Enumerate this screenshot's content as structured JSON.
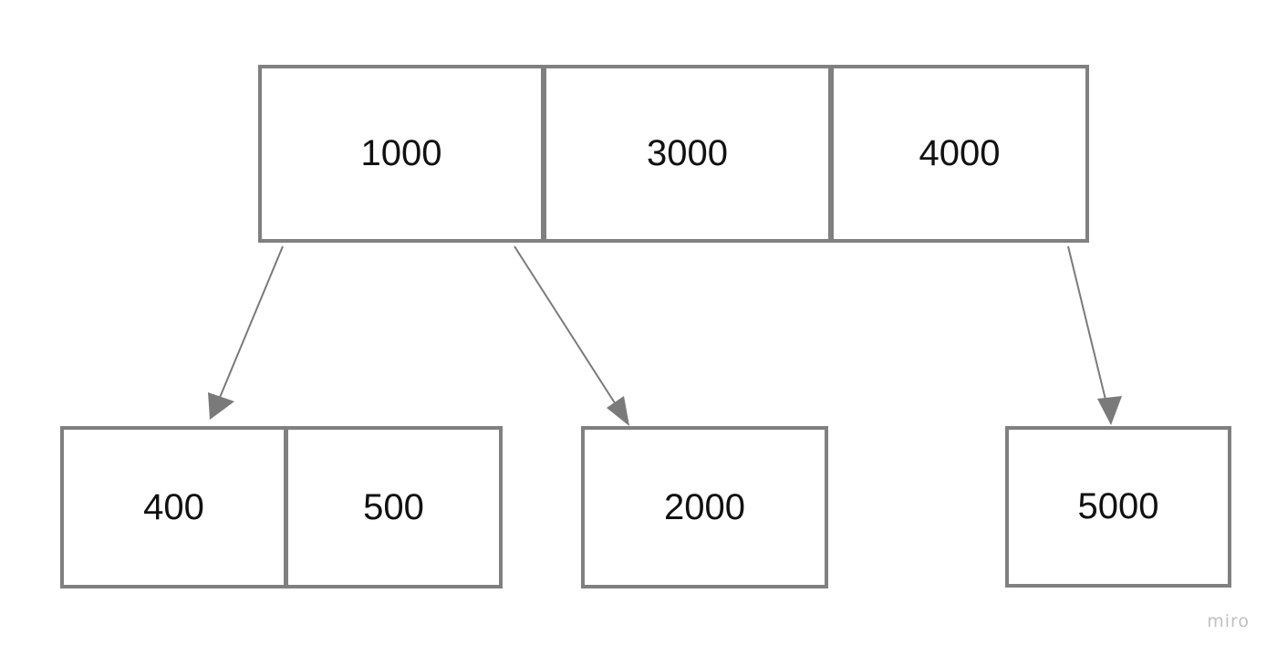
{
  "diagram": {
    "top_node": {
      "keys": [
        "1000",
        "3000",
        "4000"
      ]
    },
    "children": [
      {
        "keys": [
          "400",
          "500"
        ]
      },
      {
        "keys": [
          "2000"
        ]
      },
      {
        "keys": [
          "5000"
        ]
      }
    ],
    "edges": [
      {
        "from": "1000",
        "to": "400"
      },
      {
        "from": "1000",
        "to": "2000"
      },
      {
        "from": "4000",
        "to": "5000"
      }
    ],
    "colors": {
      "border": "#808080",
      "arrow": "#7a7a7a",
      "text": "#111111"
    }
  },
  "watermark": {
    "text": "miro"
  }
}
